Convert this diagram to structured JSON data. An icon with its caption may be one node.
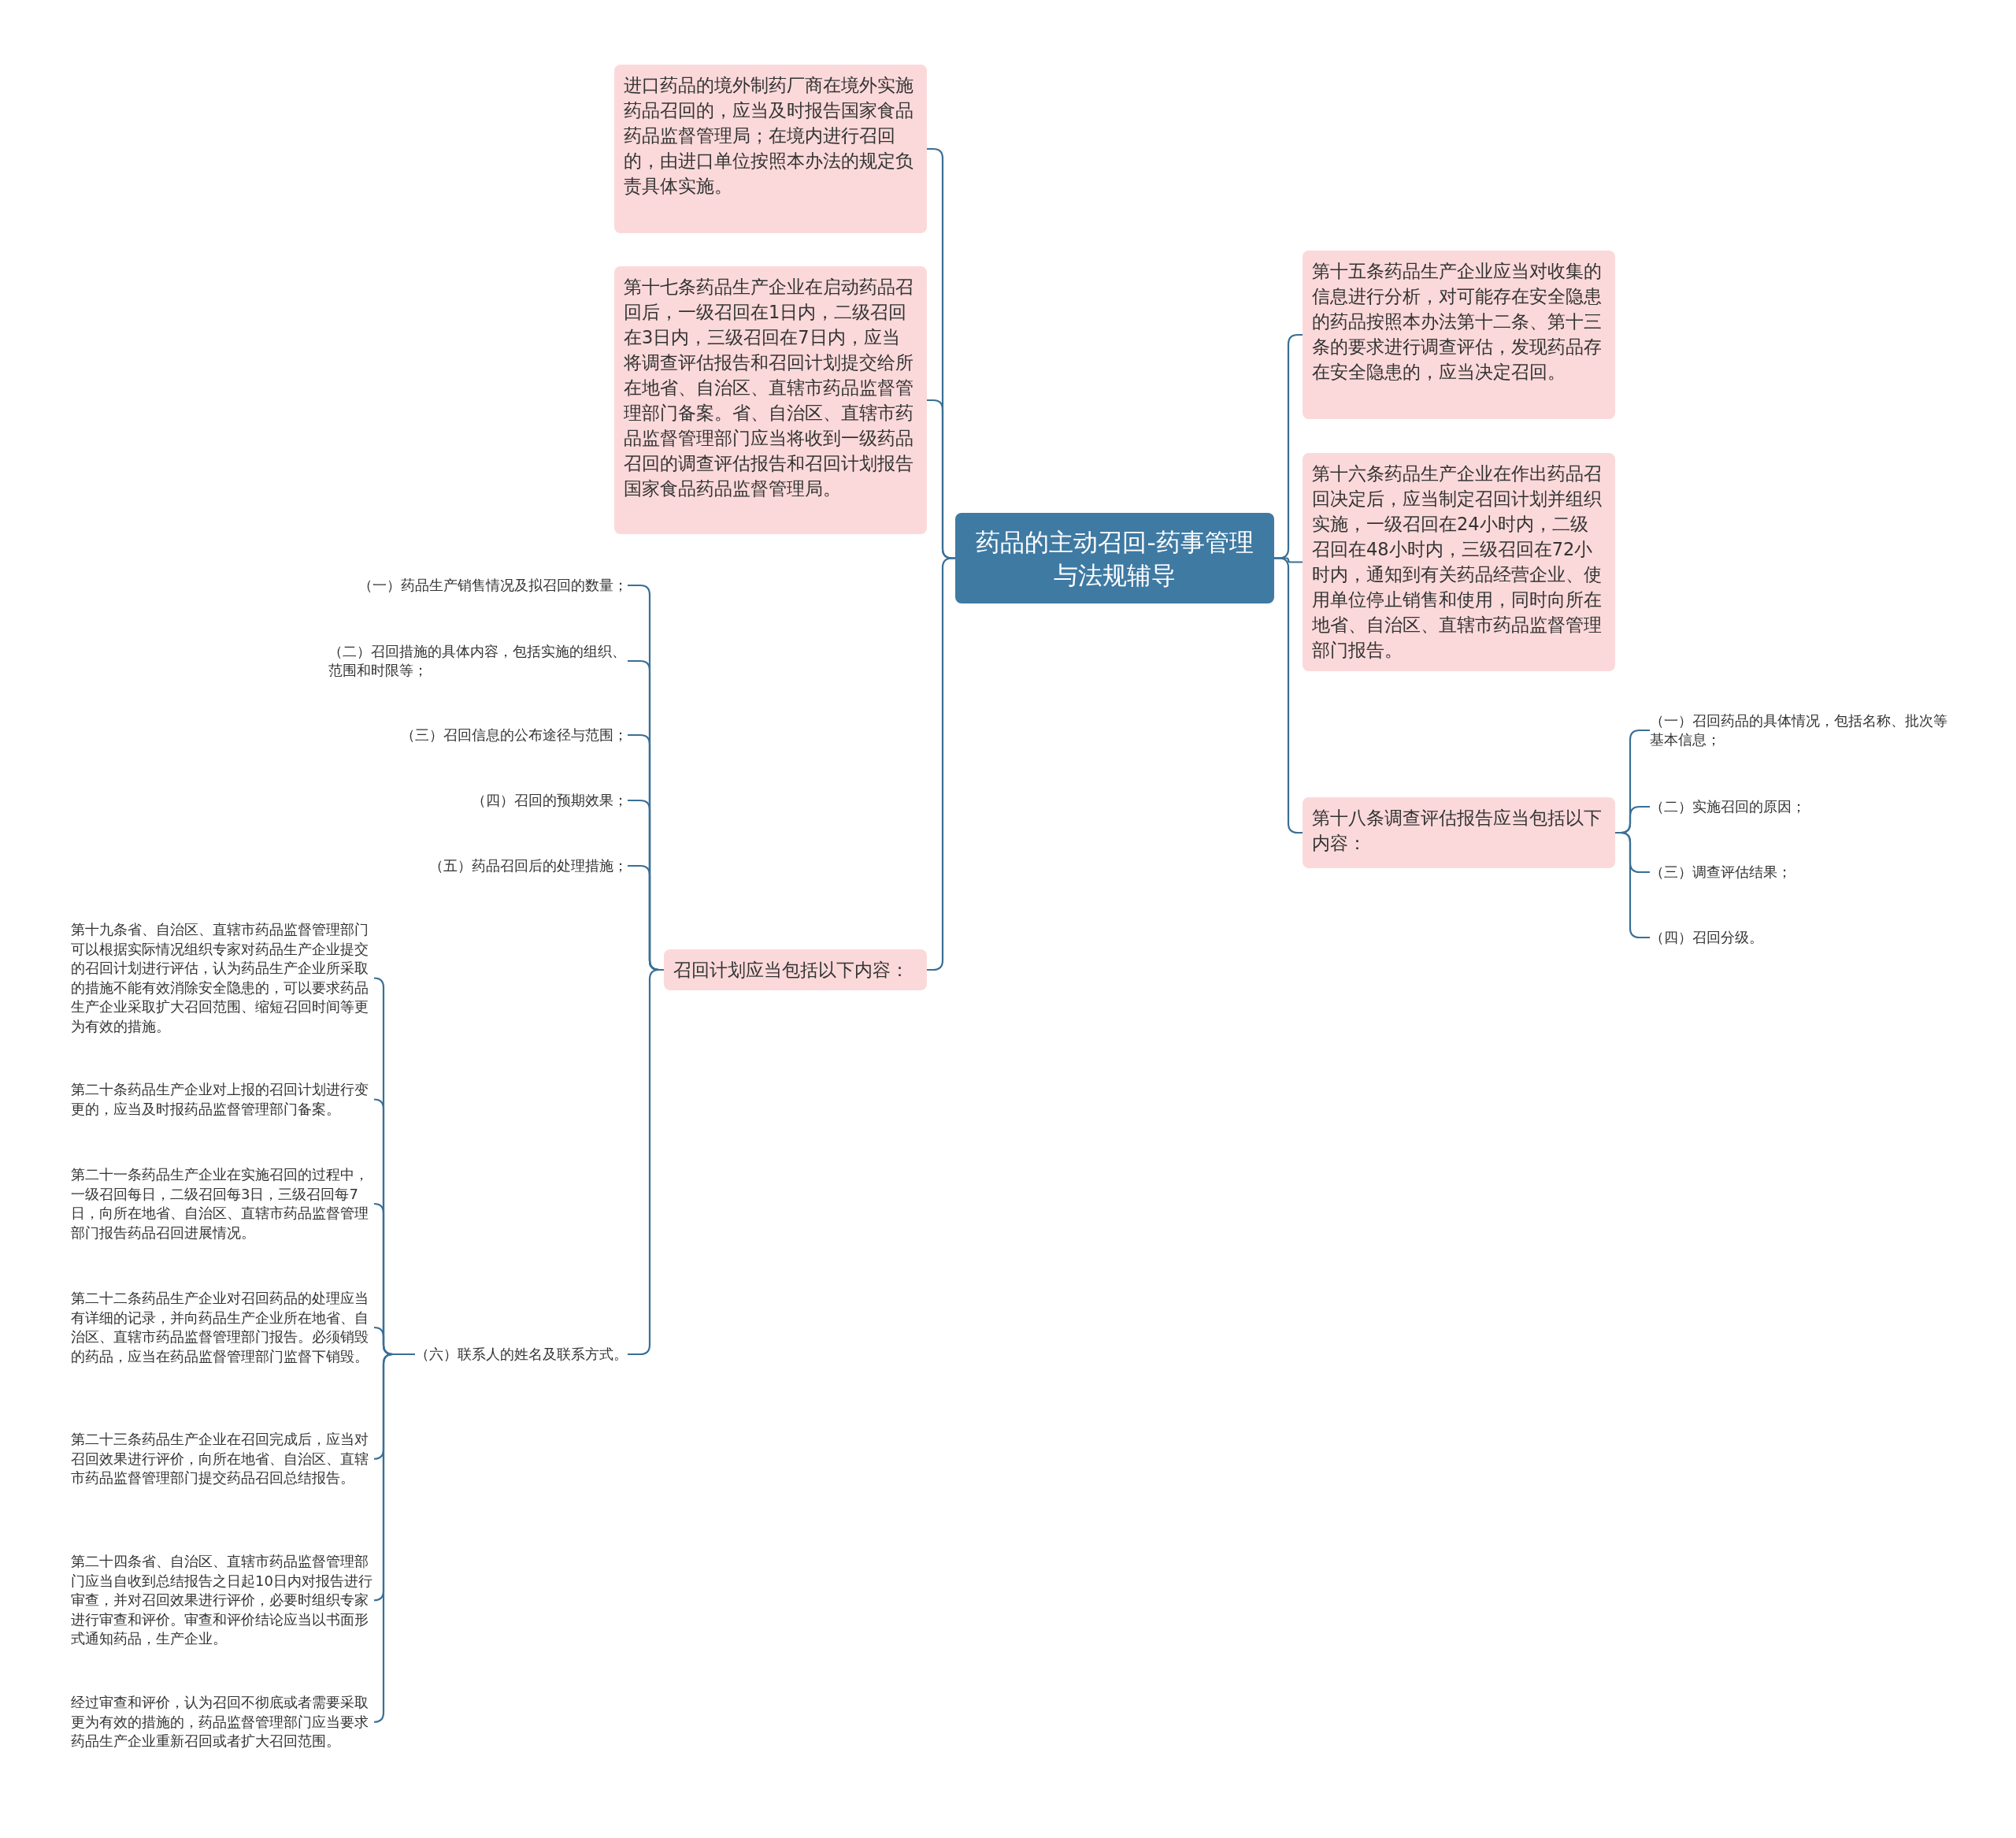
{
  "diagram": {
    "nodes": [
      {
        "text": [
          "药品的主动召回-药事管理与法规辅导"
        ]
      },
      {
        "text": [
          "进口药品的境外制药厂商在境外实施药品召回的，应当及时报告国家食品药品监督管理局；在境内进行召回的，由进口单位按照本办法的规定负责具体实施。"
        ]
      },
      {
        "text": [
          "第十七条药品生产企业在启动药品召回后，一级召回在1日内，二级召回在3日内，三级召回在7日内，应当将调查评估报告和召回计划提交给所在地省、自治区、直辖市药品监督管理部门备案。省、自治区、直辖市药品监督管理部门应当将收到一级药品召回的调查评估报告和召回计划报告国家食品药品监督管理局。"
        ]
      },
      {
        "text": [
          "召回计划应当包括以下内容："
        ]
      },
      {
        "text": [
          "（一）药品生产销售情况及拟召回的数量；"
        ]
      },
      {
        "text": [
          "（二）召回措施的具体内容，包括实施的组织、范围和时限等；"
        ]
      },
      {
        "text": [
          "（三）召回信息的公布途径与范围；"
        ]
      },
      {
        "text": [
          "（四）召回的预期效果；"
        ]
      },
      {
        "text": [
          "（五）药品召回后的处理措施；"
        ]
      },
      {
        "text": [
          "（六）联系人的姓名及联系方式。"
        ]
      },
      {
        "text": [
          "第十九条省、自治区、直辖市药品监督管理部门可以根据实际情况组织专家对药品生产企业提交的召回计划进行评估，认为药品生产企业所采取的措施不能有效消除安全隐患的，可以要求药品生产企业采取扩大召回范围、缩短召回时间等更为有效的措施。"
        ]
      },
      {
        "text": [
          "第二十条药品生产企业对上报的召回计划进行变更的，应当及时报药品监督管理部门备案。"
        ]
      },
      {
        "text": [
          "第二十一条药品生产企业在实施召回的过程中，一级召回每日，二级召回每3日，三级召回每7日，向所在地省、自治区、直辖市药品监督管理部门报告药品召回进展情况。"
        ]
      },
      {
        "text": [
          "第二十二条药品生产企业对召回药品的处理应当有详细的记录，并向药品生产企业所在地省、自治区、直辖市药品监督管理部门报告。必须销毁的药品，应当在药品监督管理部门监督下销毁。"
        ]
      },
      {
        "text": [
          "第二十三条药品生产企业在召回完成后，应当对召回效果进行评价，向所在地省、自治区、直辖市药品监督管理部门提交药品召回总结报告。"
        ]
      },
      {
        "text": [
          "第二十四条省、自治区、直辖市药品监督管理部门应当自收到总结报告之日起10日内对报告进行审查，并对召回效果进行评价，必要时组织专家进行审查和评价。审查和评价结论应当以书面形式通知药品，生产企业。"
        ]
      },
      {
        "text": [
          "经过审查和评价，认为召回不彻底或者需要采取更为有效的措施的，药品监督管理部门应当要求药品生产企业重新召回或者扩大召回范围。"
        ]
      },
      {
        "text": [
          "第十五条药品生产企业应当对收集的信息进行分析，对可能存在安全隐患的药品按照本办法第十二条、第十三条的要求进行调查评估，发现药品存在安全隐患的，应当决定召回。"
        ]
      },
      {
        "text": [
          "第十六条药品生产企业在作出药品召回决定后，应当制定召回计划并组织实施，一级召回在24小时内，二级召回在48小时内，三级召回在72小时内，通知到有关药品经营企业、使用单位停止销售和使用，同时向所在地省、自治区、直辖市药品监督管理部门报告。"
        ]
      },
      {
        "text": [
          "第十八条调查评估报告应当包括以下内容："
        ]
      },
      {
        "text": [
          "（一）召回药品的具体情况，包括名称、批次等基本信息；"
        ]
      },
      {
        "text": [
          "（二）实施召回的原因；"
        ]
      },
      {
        "text": [
          "（三）调查评估结果；"
        ]
      },
      {
        "text": [
          "（四）召回分级。"
        ]
      }
    ],
    "edges": [
      {
        "from": 0,
        "to": 1,
        "arrow": "none"
      },
      {
        "from": 0,
        "to": 2,
        "arrow": "none"
      },
      {
        "from": 0,
        "to": 3,
        "arrow": "none"
      },
      {
        "from": 3,
        "to": 4,
        "arrow": "none"
      },
      {
        "from": 3,
        "to": 5,
        "arrow": "none"
      },
      {
        "from": 3,
        "to": 6,
        "arrow": "none"
      },
      {
        "from": 3,
        "to": 7,
        "arrow": "none"
      },
      {
        "from": 3,
        "to": 8,
        "arrow": "none"
      },
      {
        "from": 3,
        "to": 9,
        "arrow": "none"
      },
      {
        "from": 9,
        "to": 10,
        "arrow": "none"
      },
      {
        "from": 9,
        "to": 11,
        "arrow": "none"
      },
      {
        "from": 9,
        "to": 12,
        "arrow": "none"
      },
      {
        "from": 9,
        "to": 13,
        "arrow": "none"
      },
      {
        "from": 9,
        "to": 14,
        "arrow": "none"
      },
      {
        "from": 9,
        "to": 15,
        "arrow": "none"
      },
      {
        "from": 9,
        "to": 16,
        "arrow": "none"
      },
      {
        "from": 0,
        "to": 17,
        "arrow": "none"
      },
      {
        "from": 0,
        "to": 18,
        "arrow": "none"
      },
      {
        "from": 0,
        "to": 19,
        "arrow": "none"
      },
      {
        "from": 19,
        "to": 20,
        "arrow": "none"
      },
      {
        "from": 19,
        "to": 21,
        "arrow": "none"
      },
      {
        "from": 19,
        "to": 22,
        "arrow": "none"
      },
      {
        "from": 19,
        "to": 23,
        "arrow": "none"
      }
    ]
  }
}
